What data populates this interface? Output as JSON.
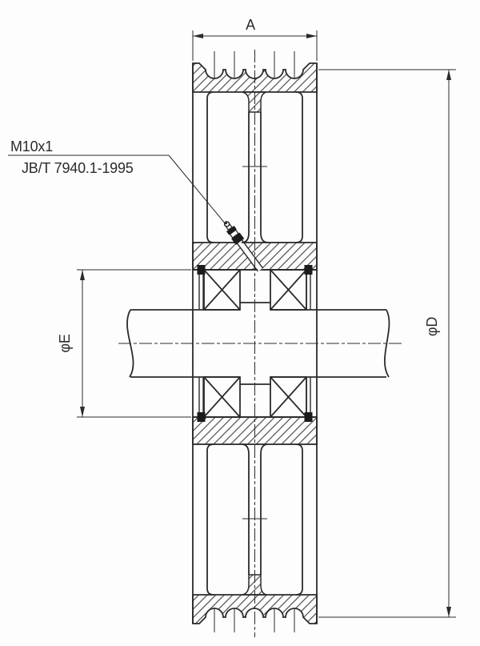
{
  "labels": {
    "width": "A",
    "outer_diameter": "φD",
    "bore_diameter": "φE",
    "grease_fitting_thread": "M10x1",
    "grease_fitting_standard": "JB/T 7940.1-1995"
  },
  "colors": {
    "background": "#fdfdfd",
    "line": "#2b2b2b"
  }
}
